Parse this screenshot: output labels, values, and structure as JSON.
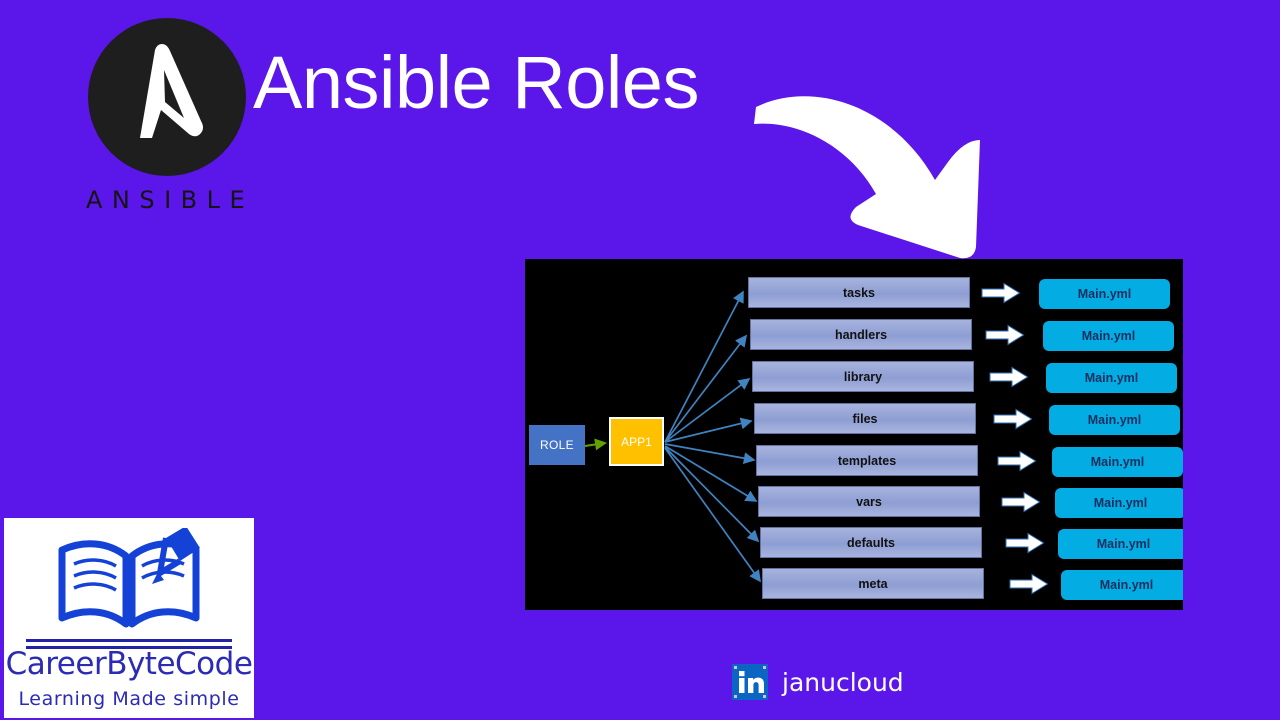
{
  "page": {
    "title": "Ansible Roles",
    "background_color": "#5b16e9"
  },
  "logo": {
    "wordmark": "ANSIBLE",
    "disc_color": "#1e1e1e",
    "mark_color": "#ffffff",
    "icon_name": "ansible-a-logo"
  },
  "arrow": {
    "icon_name": "curved-swoosh-arrow",
    "color": "#ffffff"
  },
  "diagram": {
    "panel_color": "#000000",
    "source": {
      "role_label": "ROLE",
      "role_color": "#4472c4",
      "app_label": "APP1",
      "app_color": "#ffc000",
      "link_arrow_color": "#63a103"
    },
    "fan_arrow_color": "#3f83c0",
    "component_box_color": "#8e9ed3",
    "yml_box_color": "#04ace4",
    "white_arrow_color": "#ffffff",
    "yml_label": "Main.yml",
    "components": [
      {
        "label": "tasks",
        "file": "Main.yml"
      },
      {
        "label": "handlers",
        "file": "Main.yml"
      },
      {
        "label": "library",
        "file": "Main.yml"
      },
      {
        "label": "files",
        "file": "Main.yml"
      },
      {
        "label": "templates",
        "file": "Main.yml"
      },
      {
        "label": "vars",
        "file": "Main.yml"
      },
      {
        "label": "defaults",
        "file": "Main.yml"
      },
      {
        "label": "meta",
        "file": "Main.yml"
      }
    ]
  },
  "brand": {
    "name": "CareerByteCode",
    "tagline": "Learning Made simple",
    "color": "#2b2bb5",
    "icon_name": "open-book-with-pencil-icon",
    "background": "#ffffff"
  },
  "footer": {
    "icon_name": "linkedin-icon",
    "icon_color": "#0a66c2",
    "handle": "janucloud"
  }
}
